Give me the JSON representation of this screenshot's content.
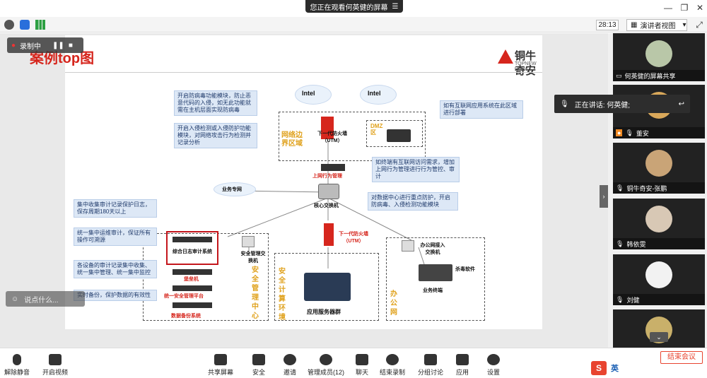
{
  "banner": {
    "text": "您正在观看何英健的屏幕",
    "icon": "menu-icon"
  },
  "toolbar": {
    "timer": "28:13",
    "view_label": "演讲者视图"
  },
  "recording": {
    "label": "录制中"
  },
  "chat": {
    "placeholder": "说点什么..."
  },
  "speaking": {
    "text": "正在讲话: 何英健;"
  },
  "slide": {
    "title": "案例top图",
    "logo_cn": "铜牛奇安",
    "logo_en": "TOPNEW QIAN",
    "notes": {
      "antivirus": "开启防病毒功能模块，防止恶意代码的入侵，如无此功能就需在主机层面实现防病毒",
      "ips": "开启入侵检测或入侵防护功能模块，对网络攻击行为检测并记录分析",
      "dmz_note": "如有互联网应用系统在此区域进行部署",
      "behavior": "如终端有互联网访问需求，增加上网行为管理进行行为管控、审计",
      "core": "对数据中心进行重点防护，开启防病毒、入侵检测功能模块",
      "log": "集中收集审计记录保护日志，保存周期180天以上",
      "ops": "统一集中运维审计，保证所有操作可溯源",
      "mgmt": "各设备的审计记录集中收集、统一集中管理、统一集中监控",
      "backup": "实时备份，保护数据的有效性"
    },
    "labels": {
      "intel1": "Intel",
      "intel2": "Intel",
      "fw1": "下一代防火墙（UTM）",
      "dmz": "DMZ区",
      "border": "网络边界区域",
      "behavior_dev": "上网行为管理",
      "biz_net": "业务专网",
      "core_switch": "核心交换机",
      "fw2": "下一代防火墙（UTM）",
      "log_sys": "综合日志审计系统",
      "bastion": "堡垒机",
      "mgmt_platform": "统一安全管理平台",
      "backup_sys": "数据备份系统",
      "mgmt_switch": "安全管理交换机",
      "mgmt_center": "安全管理中心",
      "compute_env": "安全计算环境",
      "app_servers": "应用服务器群",
      "office_switch": "办公网接入交换机",
      "antivirus_sw": "杀毒软件",
      "terminals": "业务终端",
      "office_net": "办公网"
    }
  },
  "participants": [
    {
      "name": "何英健的屏幕共享"
    },
    {
      "name": "董安"
    },
    {
      "name": "铜牛奇安-张鹏"
    },
    {
      "name": "韩依雯"
    },
    {
      "name": "刘健"
    }
  ],
  "bottom": {
    "unmute": "解除静音",
    "video": "开启视频",
    "share": "共享屏幕",
    "security": "安全",
    "invite": "邀请",
    "members": "管理成员(12)",
    "chat": "聊天",
    "end_rec": "结束录制",
    "breakout": "分组讨论",
    "apps": "应用",
    "settings": "设置",
    "end_meeting": "结束会议",
    "ime": "英"
  },
  "colors": {
    "accent": "#d6261d",
    "zone_label": "#e0a21e",
    "note_bg": "#dde8f6"
  }
}
